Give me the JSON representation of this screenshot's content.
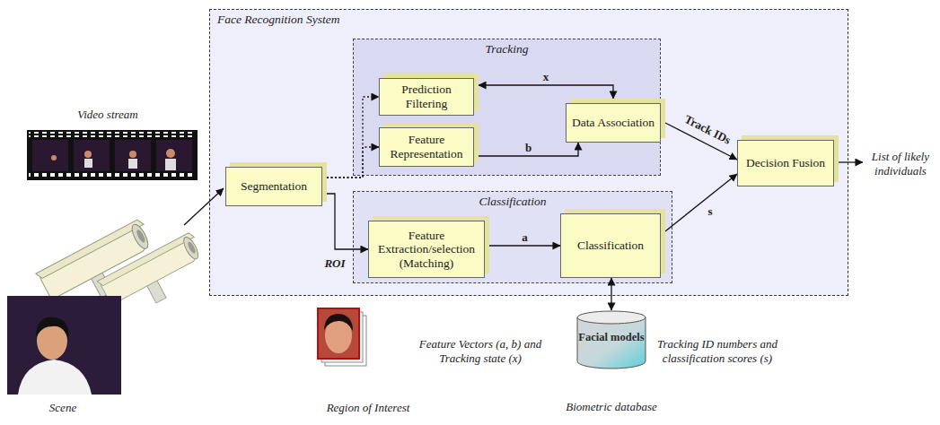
{
  "diagram": {
    "nodes": [
      {
        "text": [
          "Face Recognition System"
        ]
      },
      {
        "text": [
          "Segmentation"
        ],
        "in": 0
      },
      {
        "text": [
          "Tracking"
        ],
        "in": 0
      },
      {
        "text": [
          "Prediction Filtering"
        ],
        "in": 2
      },
      {
        "text": [
          "Feature Representation"
        ],
        "in": 2
      },
      {
        "text": [
          "Data Association"
        ],
        "in": 2
      },
      {
        "text": [
          "Classification"
        ],
        "in": 0
      },
      {
        "text": [
          "Feature Extraction/selection (Matching)"
        ],
        "in": 6
      },
      {
        "text": [
          "Classification"
        ],
        "in": 6
      },
      {
        "text": [
          "Decision Fusion"
        ],
        "in": 0
      },
      {
        "text": [
          "Facial models",
          "Biometric database"
        ]
      }
    ],
    "edges": [
      {
        "from": 1,
        "to": 3,
        "arrow": "to"
      },
      {
        "from": 1,
        "to": 4,
        "arrow": "to"
      },
      {
        "from": 5,
        "to": 3,
        "label": "x",
        "arrow": "both"
      },
      {
        "from": 4,
        "to": 5,
        "label": "b",
        "arrow": "to"
      },
      {
        "from": 1,
        "to": 7,
        "label": "ROI",
        "arrow": "to"
      },
      {
        "from": 7,
        "to": 8,
        "label": "a",
        "arrow": "to"
      },
      {
        "from": 8,
        "to": 10,
        "arrow": "both"
      },
      {
        "from": 5,
        "to": 9,
        "label": "Track IDs",
        "arrow": "to"
      },
      {
        "from": 8,
        "to": 9,
        "label": "s",
        "arrow": "to"
      }
    ],
    "labels": [
      "Video stream",
      "Scene",
      "Region of Interest",
      "List of likely individuals",
      "Feature Vectors (a, b) and Tracking state (x)",
      "Tracking ID numbers and classification scores (s)"
    ]
  }
}
